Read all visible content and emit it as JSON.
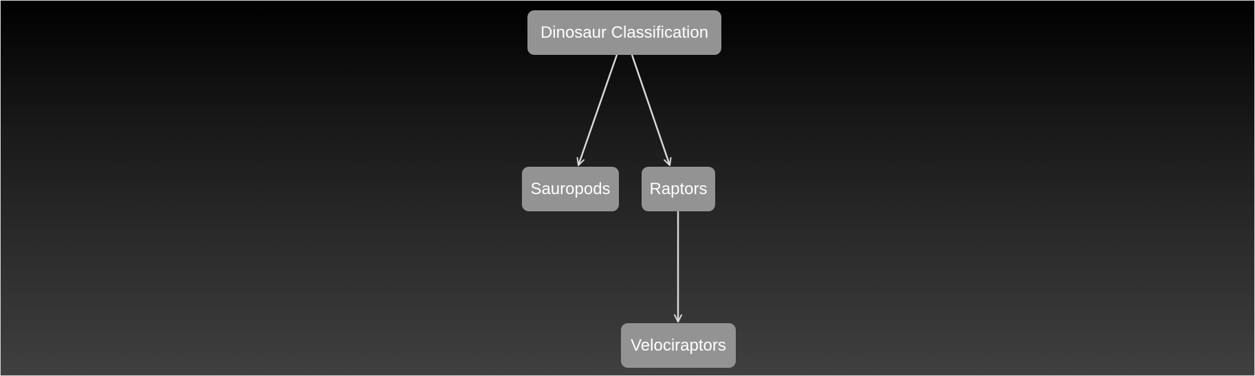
{
  "diagram": {
    "type": "hierarchy",
    "nodes": [
      {
        "id": "root",
        "label": "Dinosaur Classification"
      },
      {
        "id": "sauropods",
        "label": "Sauropods"
      },
      {
        "id": "raptors",
        "label": "Raptors"
      },
      {
        "id": "velociraptors",
        "label": "Velociraptors"
      }
    ],
    "edges": [
      {
        "from": "root",
        "to": "sauropods"
      },
      {
        "from": "root",
        "to": "raptors"
      },
      {
        "from": "raptors",
        "to": "velociraptors"
      }
    ],
    "colors": {
      "node_fill": "#939393",
      "node_text": "#ffffff",
      "edge": "#d9d9d9",
      "background_top": "#000000",
      "background_bottom": "#404040"
    }
  }
}
